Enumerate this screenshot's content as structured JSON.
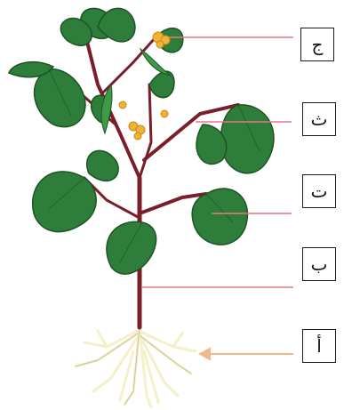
{
  "labels": [
    {
      "id": "flower",
      "text": "ج"
    },
    {
      "id": "stem-branch",
      "text": "ث"
    },
    {
      "id": "leaf",
      "text": "ت"
    },
    {
      "id": "stem",
      "text": "ب"
    },
    {
      "id": "root",
      "text": "أ"
    }
  ],
  "colors": {
    "leaf": "#2f7d3a",
    "leaf_dark": "#1d5424",
    "stem": "#7a1f2a",
    "flower": "#f2b233",
    "root": "#f4f0c8",
    "pointer_line": "#e47a80",
    "root_arrow": "#f2b889"
  }
}
